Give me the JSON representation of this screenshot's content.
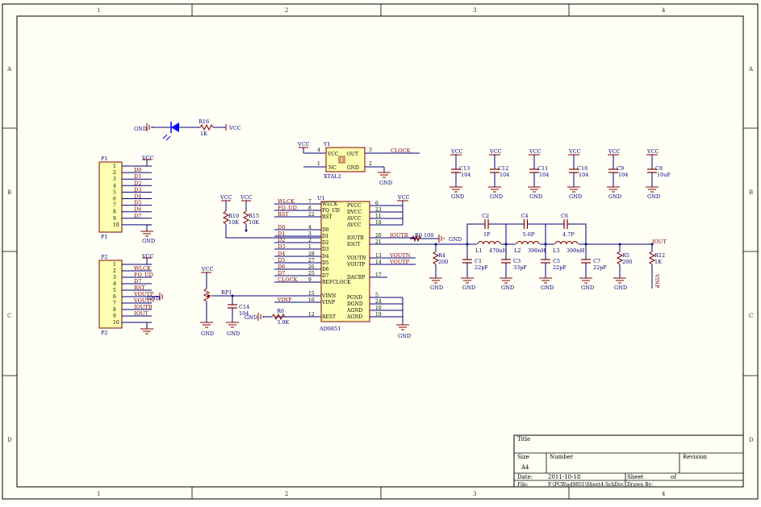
{
  "colors": {
    "wire": "#000080",
    "part": "#800000",
    "power": "#800000",
    "paper": "#fffff5",
    "border": "#000000",
    "led": "#0000ff"
  },
  "zones": {
    "columns": [
      "1",
      "2",
      "3",
      "4"
    ],
    "rows": [
      "A",
      "B",
      "C",
      "D"
    ]
  },
  "led_section": {
    "gnd": "GND",
    "r_ref": "R16",
    "r_val": "1K",
    "vcc": "VCC"
  },
  "osc": {
    "ref": "Y1",
    "name": "XTAL2",
    "vcc": "VCC",
    "pin_vcc": "VCC",
    "pin_out": "OUT",
    "pin_nc": "NC",
    "pin_gnd": "GND",
    "n4": "4",
    "n3": "3",
    "n1": "1",
    "n2": "2",
    "clock_net": "CLOCK",
    "gnd": "GND"
  },
  "decoupling": [
    {
      "ref": "C13",
      "val": "104",
      "vcc": "VCC",
      "gnd": "GND"
    },
    {
      "ref": "C12",
      "val": "104",
      "vcc": "VCC",
      "gnd": "GND"
    },
    {
      "ref": "C11",
      "val": "104",
      "vcc": "VCC",
      "gnd": "GND"
    },
    {
      "ref": "C10",
      "val": "104",
      "vcc": "VCC",
      "gnd": "GND"
    },
    {
      "ref": "C9",
      "val": "104",
      "vcc": "VCC",
      "gnd": "GND"
    },
    {
      "ref": "C8",
      "val": "10uF",
      "vcc": "VCC",
      "gnd": "GND"
    }
  ],
  "p1": {
    "ref": "P1",
    "vcc": "VCC",
    "gnd": "GND",
    "pins": [
      "1",
      "2",
      "3",
      "4",
      "5",
      "6",
      "7",
      "8",
      "9",
      "10"
    ],
    "nets": [
      "",
      "D0",
      "D1",
      "D2",
      "D3",
      "D4",
      "D5",
      "D6",
      "D7",
      ""
    ]
  },
  "p2": {
    "ref": "P2",
    "vcc": "VCC",
    "gnd": "GND",
    "pins": [
      "1",
      "2",
      "3",
      "4",
      "5",
      "6",
      "7",
      "8",
      "9",
      "10"
    ],
    "nets": [
      "",
      "WLCK",
      "FQ_UD",
      "D7",
      "RST",
      "VOUTP",
      "VOUTN",
      "IOUTB",
      "IOUT",
      ""
    ]
  },
  "pullups": [
    {
      "ref": "R10",
      "val": "10K",
      "vcc": "VCC"
    },
    {
      "ref": "R15",
      "val": "10K",
      "vcc": "VCC"
    }
  ],
  "ic": {
    "ref": "U1",
    "name": "AD9851",
    "left_pins": [
      {
        "name": "WLCK",
        "num": "7",
        "net": "WLCK"
      },
      {
        "name": "FQ_UD",
        "num": "8",
        "net": "FQ_UD"
      },
      {
        "name": "RST",
        "num": "22",
        "net": "RST"
      },
      {
        "name": "D0",
        "num": "4",
        "net": "D0"
      },
      {
        "name": "D1",
        "num": "3",
        "net": "D1"
      },
      {
        "name": "D2",
        "num": "2",
        "net": "D2"
      },
      {
        "name": "D3",
        "num": "1",
        "net": "D3"
      },
      {
        "name": "D4",
        "num": "28",
        "net": "D4"
      },
      {
        "name": "D5",
        "num": "27",
        "net": "D5"
      },
      {
        "name": "D6",
        "num": "26",
        "net": "D6"
      },
      {
        "name": "D7",
        "num": "25",
        "net": "D7"
      },
      {
        "name": "REFCLOCK",
        "num": "9",
        "net": "CLOCK"
      },
      {
        "name": "VINN",
        "num": "15",
        "net": ""
      },
      {
        "name": "VINP",
        "num": "16",
        "net": "VINP"
      },
      {
        "name": "REST",
        "num": "12",
        "net": ""
      }
    ],
    "right_pins": [
      {
        "name": "PVCC",
        "num": "6",
        "net": ""
      },
      {
        "name": "DVCC",
        "num": "23",
        "net": ""
      },
      {
        "name": "AVCC",
        "num": "11",
        "net": ""
      },
      {
        "name": "AVCC",
        "num": "18",
        "net": ""
      },
      {
        "name": "IOUTB",
        "num": "20",
        "net": "IOUTB"
      },
      {
        "name": "IOUT",
        "num": "21",
        "net": ""
      },
      {
        "name": "VOUTN",
        "num": "13",
        "net": "VOUTN"
      },
      {
        "name": "VOUTP",
        "num": "14",
        "net": "VOUTP"
      },
      {
        "name": "DACBP",
        "num": "17",
        "net": ""
      },
      {
        "name": "PGND",
        "num": "5",
        "net": ""
      },
      {
        "name": "DGND",
        "num": "24",
        "net": ""
      },
      {
        "name": "AGND",
        "num": "10",
        "net": ""
      },
      {
        "name": "AGND",
        "num": "19",
        "net": ""
      }
    ],
    "vcc": "VCC",
    "gnd": "GND"
  },
  "rp1": {
    "ref": "RP1",
    "vcc": "VCC",
    "gnd": "GND"
  },
  "c14": {
    "ref": "C14",
    "val": "104",
    "gnd": "GND"
  },
  "r6": {
    "ref": "R6",
    "val": "3.9K",
    "gnd": "GND"
  },
  "r9": {
    "ref": "R9",
    "val": "100",
    "gnd": "GND"
  },
  "r4": {
    "ref": "R4",
    "val": "200",
    "gnd": "GND"
  },
  "filter": {
    "series_caps": [
      {
        "ref": "C2",
        "val": "1P"
      },
      {
        "ref": "C4",
        "val": "5.6P"
      },
      {
        "ref": "C6",
        "val": "4.7P"
      }
    ],
    "inductors": [
      {
        "ref": "L1",
        "val": "470nH"
      },
      {
        "ref": "L2",
        "val": "390nH"
      },
      {
        "ref": "L3",
        "val": "390nH"
      }
    ],
    "shunt_caps": [
      {
        "ref": "C1",
        "val": "22pF",
        "gnd": "GND"
      },
      {
        "ref": "C3",
        "val": "33pF",
        "gnd": "GND"
      },
      {
        "ref": "C5",
        "val": "22pF",
        "gnd": "GND"
      },
      {
        "ref": "C7",
        "val": "22pF",
        "gnd": "GND"
      }
    ]
  },
  "r5": {
    "ref": "R5",
    "val": "200",
    "gnd": "GND"
  },
  "r12": {
    "ref": "R12",
    "val": "1K",
    "net": "VINP"
  },
  "iout_net": "IOUT",
  "title_block": {
    "title_label": "Title",
    "size_label": "Size",
    "size_value": "A4",
    "number_label": "Number",
    "revision_label": "Revision",
    "date_label": "Date:",
    "date_value": "2011-10-18",
    "sheet_label": "Sheet",
    "of_label": "of",
    "file_label": "File:",
    "file_value": "F:\\PCB\\ad9851\\Sheet4.SchDoc",
    "drawn_label": "Drawn By:"
  }
}
